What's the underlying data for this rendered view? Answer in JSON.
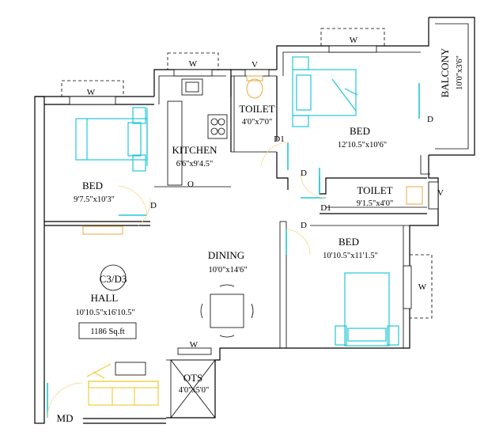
{
  "plan": {
    "unit_label": "C3/D3",
    "area": "1186 Sq.ft",
    "main_door": "MD",
    "rooms": {
      "bed_left": {
        "name": "BED",
        "dim": "9'7.5\"x10'3\""
      },
      "kitchen": {
        "name": "KITCHEN",
        "dim": "6'6\"x9'4.5\""
      },
      "toilet_top": {
        "name": "TOILET",
        "dim": "4'0\"x7'0\""
      },
      "bed_top": {
        "name": "BED",
        "dim": "12'10.5\"x10'6\""
      },
      "balcony": {
        "name": "BALCONY",
        "dim": "10'0\"x3'6\""
      },
      "toilet_right": {
        "name": "TOILET",
        "dim": "9'1.5\"x4'0\""
      },
      "dining": {
        "name": "DINING",
        "dim": "10'0\"x14'6\""
      },
      "bed_right": {
        "name": "BED",
        "dim": "10'10.5\"x11'1.5\""
      },
      "hall": {
        "name": "HALL",
        "dim": "10'10.5\"x16'10.5\""
      },
      "ots": {
        "name": "OTS",
        "dim": "4'0\"x5'0\""
      }
    },
    "tags": {
      "window": "W",
      "ventilator": "V",
      "door": "D",
      "door_d1": "D1",
      "kitchen_opening": "O"
    }
  }
}
